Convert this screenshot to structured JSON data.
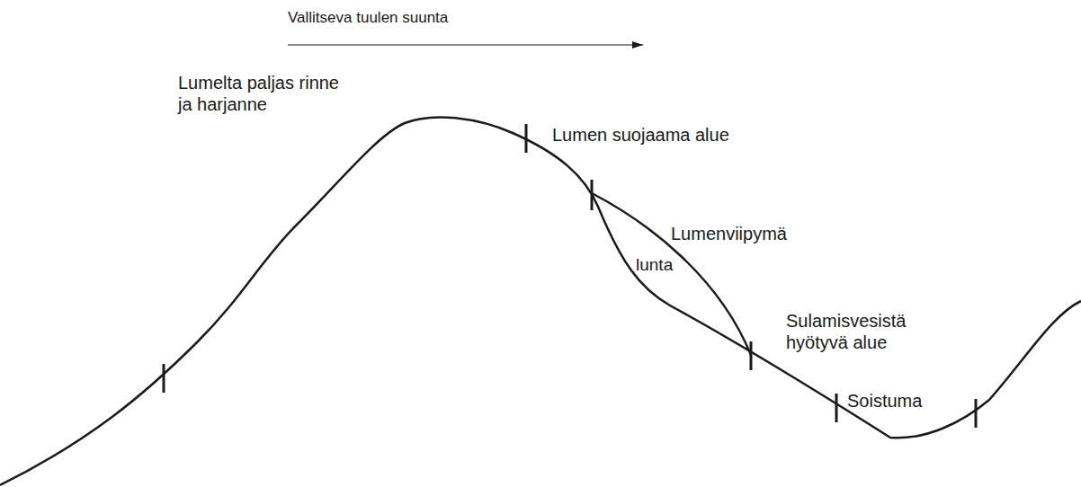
{
  "diagram": {
    "labels": [
      "Vallitseva tuulen suunta",
      "Lumelta paljas rinne ja harjanne",
      "Lumen suojaama alue",
      "Lumenviipymä",
      "lunta",
      "Sulamisvesistä hyötyvä alue",
      "Soistuma"
    ]
  }
}
